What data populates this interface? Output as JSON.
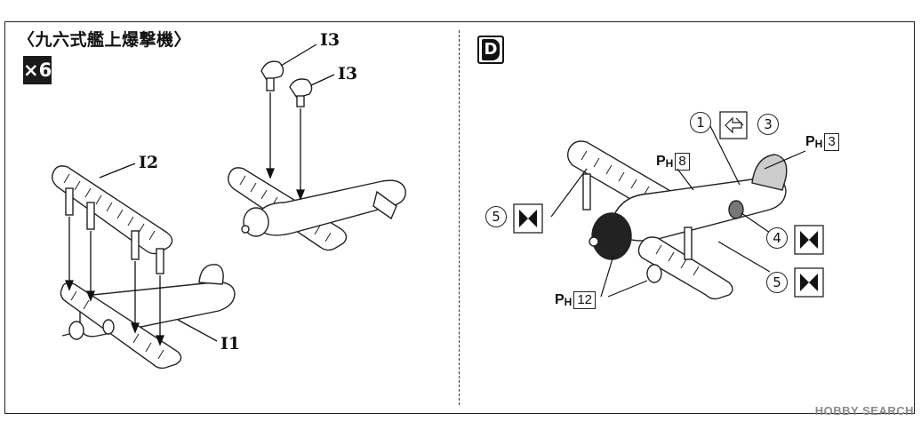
{
  "title": "〈九六式艦上爆撃機〉",
  "quantity": "×6",
  "step": "D",
  "parts": {
    "i1": "I1",
    "i2": "I2",
    "i3a": "I3",
    "i3b": "I3"
  },
  "callouts": {
    "c1": "1",
    "c3": "3",
    "c4": "4",
    "c5a": "5",
    "c5b": "5"
  },
  "paint": {
    "prefix": "P",
    "sub": "H",
    "ph3": "3",
    "ph8": "8",
    "ph12": "12"
  },
  "watermark": "HOBBY SEARCH"
}
